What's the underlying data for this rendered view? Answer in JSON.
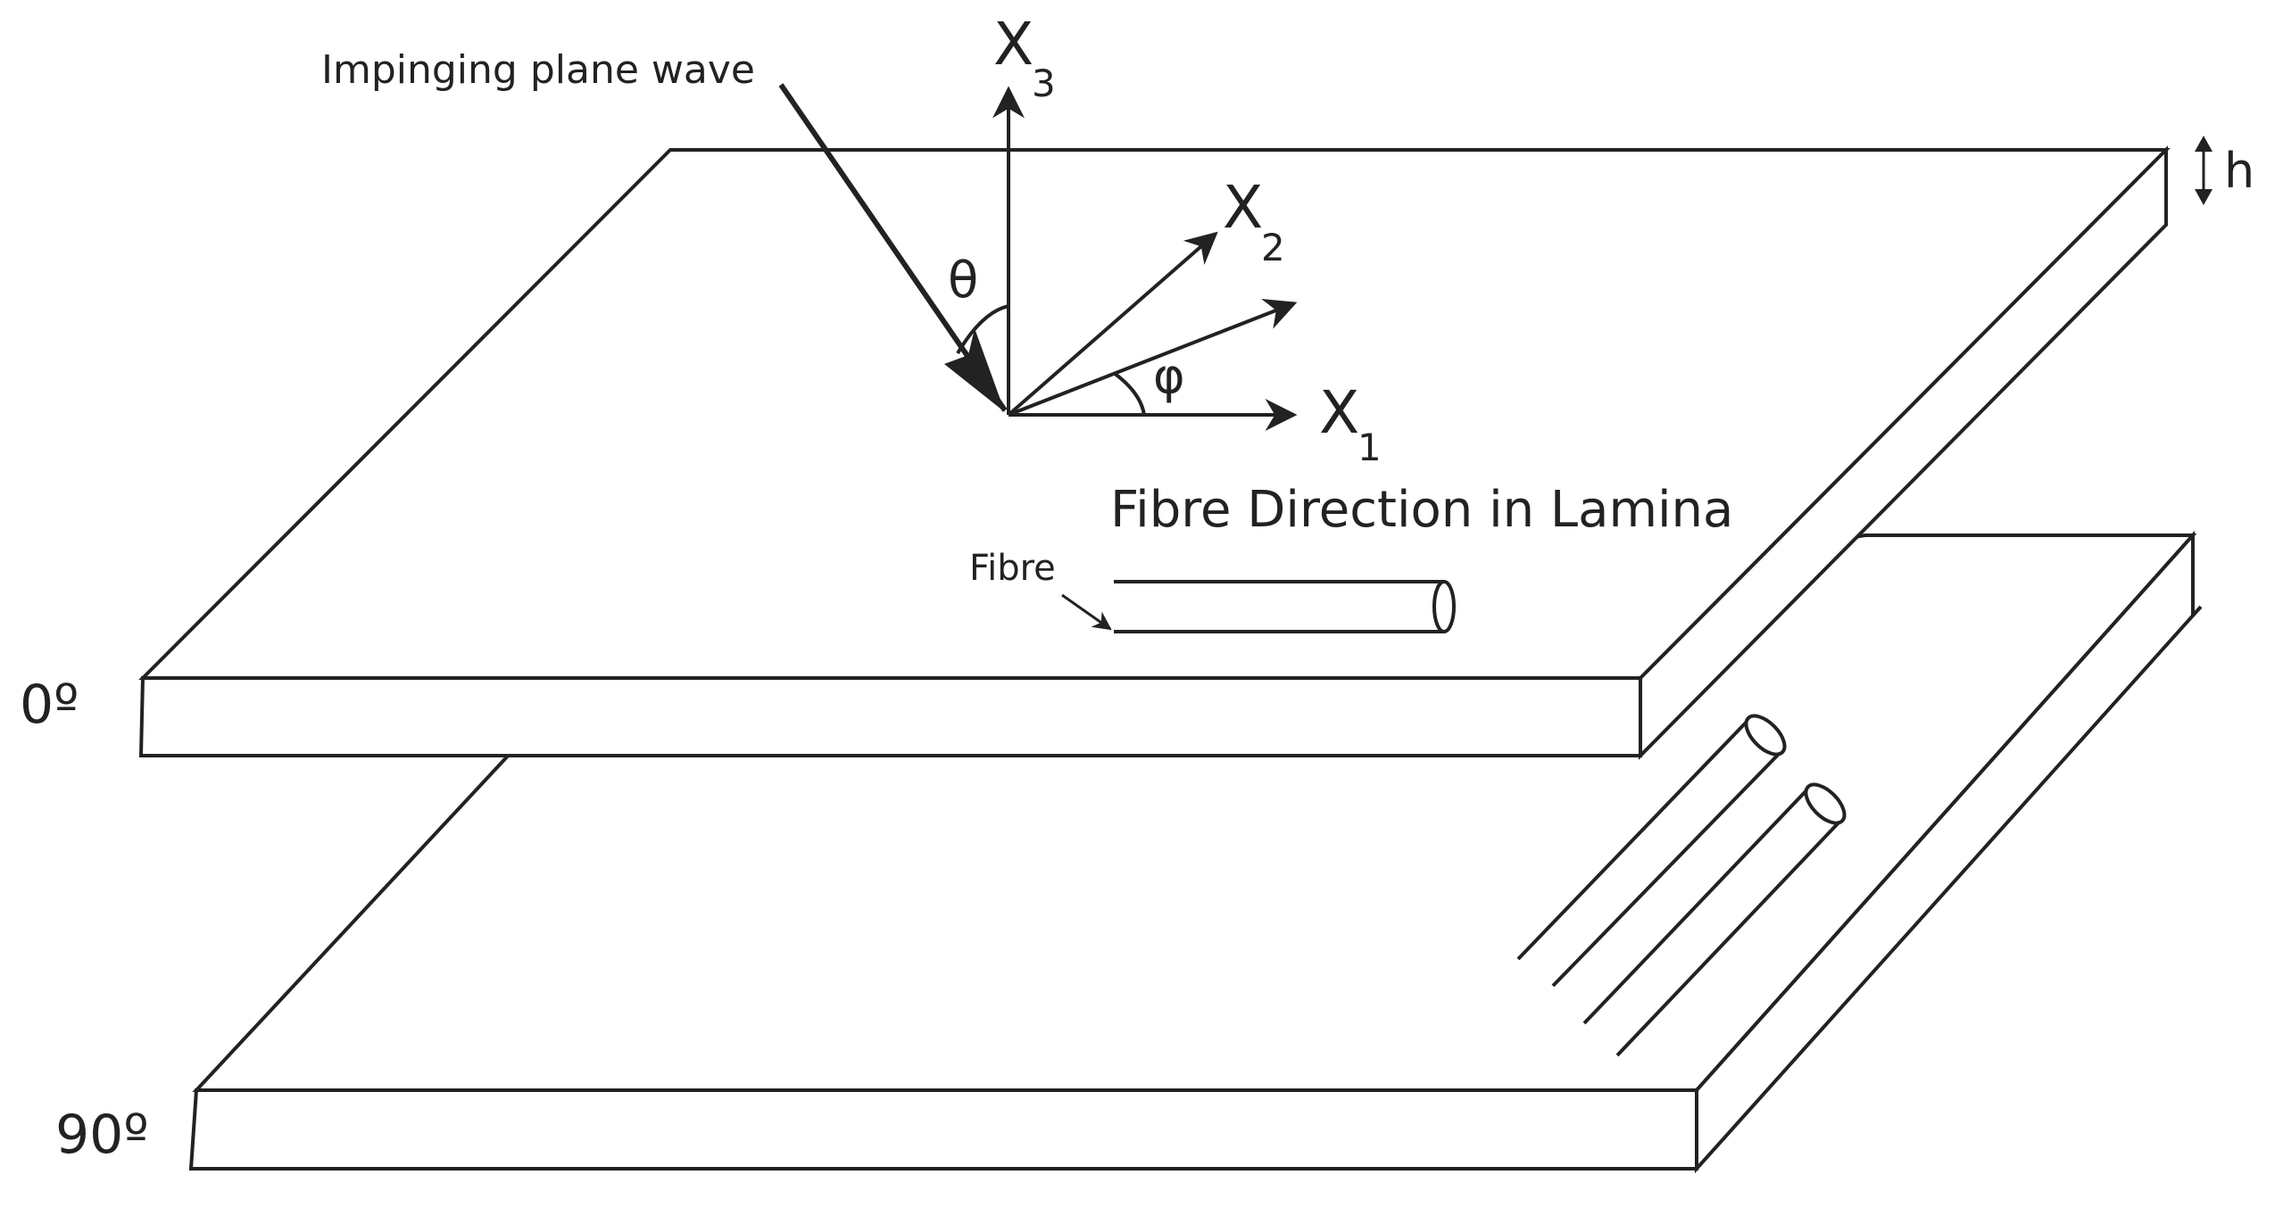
{
  "labels": {
    "wave": "Impinging plane wave",
    "x3_main": "X",
    "x3_sub": "3",
    "x2_main": "X",
    "x2_sub": "2",
    "x1_main": "X",
    "x1_sub": "1",
    "theta": "θ",
    "phi": "φ",
    "fibre_direction": "Fibre Direction in Lamina",
    "fibre": "Fibre",
    "thickness": "h",
    "angle_top": "0º",
    "angle_bottom": "90º"
  },
  "colors": {
    "line": "#222222",
    "background": "#ffffff"
  }
}
